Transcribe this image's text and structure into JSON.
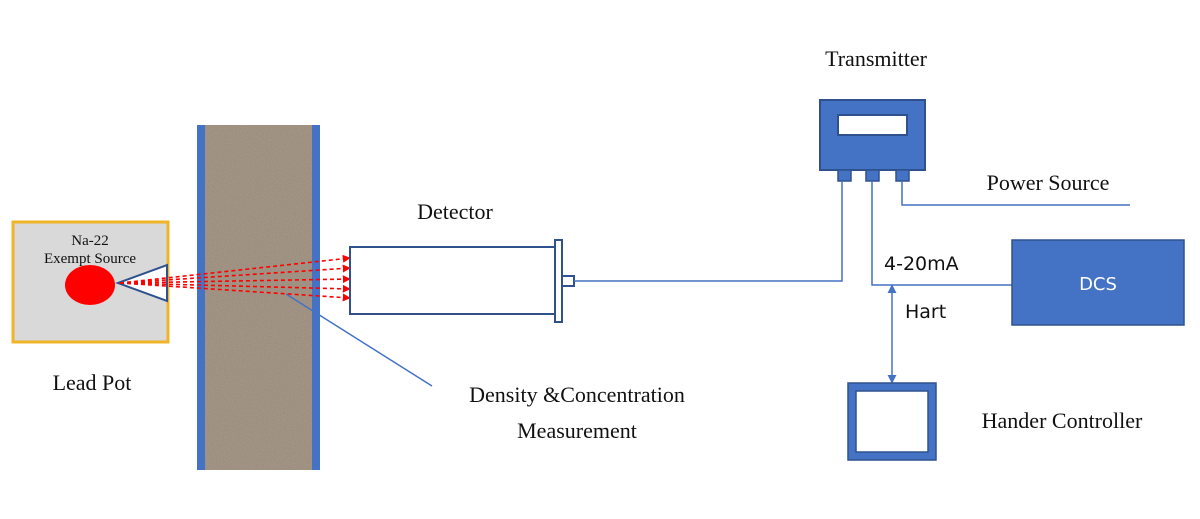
{
  "labels": {
    "source_line1": "Na-22",
    "source_line2": "Exempt Source",
    "lead_pot": "Lead Pot",
    "detector": "Detector",
    "measurement_line1": "Density &Concentration",
    "measurement_line2": "Measurement",
    "transmitter": "Transmitter",
    "power_source": "Power Source",
    "current_signal": "4-20mA",
    "dcs": "DCS",
    "hart": "Hart",
    "hander_controller": "Hander Controller"
  },
  "colors": {
    "blue": "#4472c4",
    "blue_dark": "#2f528f",
    "lead_pot_border": "#f0b429",
    "lead_pot_fill": "#d9d9d9",
    "source": "#ff0000",
    "beam": "#ff0000",
    "pipe_fill": "#a89684"
  }
}
